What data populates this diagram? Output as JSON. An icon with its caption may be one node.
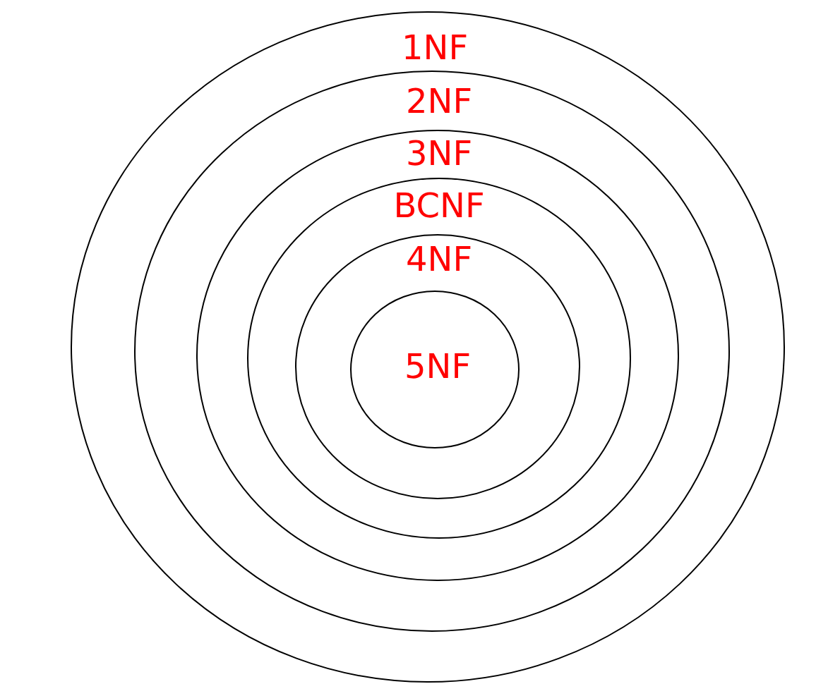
{
  "diagram": {
    "nodes": [
      {
        "text": [
          "1NF"
        ]
      },
      {
        "text": [
          "2NF"
        ],
        "in": 0
      },
      {
        "text": [
          "3NF"
        ],
        "in": 1
      },
      {
        "text": [
          "BCNF"
        ],
        "in": 2
      },
      {
        "text": [
          "4NF"
        ],
        "in": 3
      },
      {
        "text": [
          "5NF"
        ],
        "in": 4
      }
    ]
  }
}
